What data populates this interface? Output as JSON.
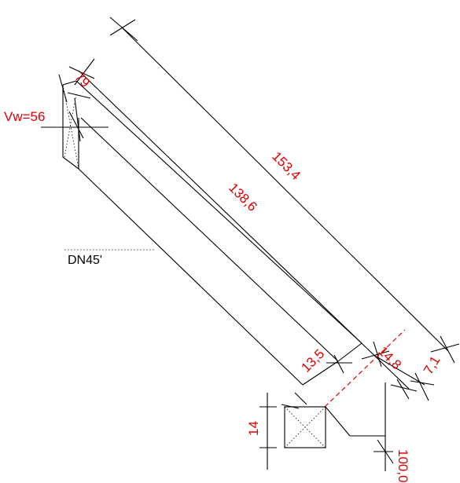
{
  "labels": {
    "vw": "Vw=56",
    "dim_79": "79",
    "dim_153": "153,4",
    "dim_138": "138,6",
    "dn": "DN45'",
    "dim_13_5": "13,5",
    "dim_14_8": "14,8",
    "dim_7_1": "7,1",
    "dim_14": "14",
    "dim_100": "100,0"
  },
  "colors": {
    "dimension_text": "#e00000",
    "lines": "#000000",
    "background": "#ffffff"
  }
}
